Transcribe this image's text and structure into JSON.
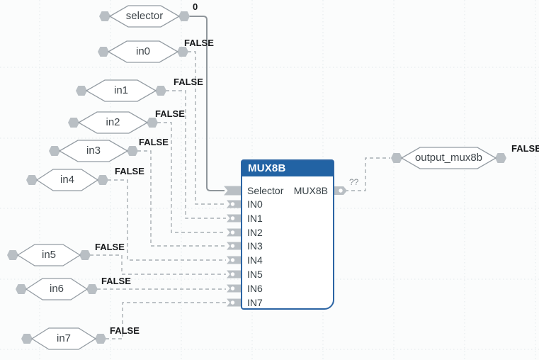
{
  "block": {
    "title": "MUX8B",
    "inputs": [
      "Selector",
      "IN0",
      "IN1",
      "IN2",
      "IN3",
      "IN4",
      "IN5",
      "IN6",
      "IN7"
    ],
    "output": "MUX8B",
    "output_wire_label": "??"
  },
  "variables": {
    "inputs": [
      {
        "label": "selector",
        "value": "0"
      },
      {
        "label": "in0",
        "value": "FALSE"
      },
      {
        "label": "in1",
        "value": "FALSE"
      },
      {
        "label": "in2",
        "value": "FALSE"
      },
      {
        "label": "in3",
        "value": "FALSE"
      },
      {
        "label": "in4",
        "value": "FALSE"
      },
      {
        "label": "in5",
        "value": "FALSE"
      },
      {
        "label": "in6",
        "value": "FALSE"
      },
      {
        "label": "in7",
        "value": "FALSE"
      }
    ],
    "outputs": [
      {
        "label": "output_mux8b",
        "value": "FALSE"
      }
    ]
  },
  "colors": {
    "block_blue": "#2263a4",
    "border_blue": "#2b64a3",
    "dashed_wire": "#a8aeb3",
    "solid_wire": "#8f969b",
    "connector_gray": "#b9bfc4",
    "grid_line": "#e2e8ea"
  }
}
